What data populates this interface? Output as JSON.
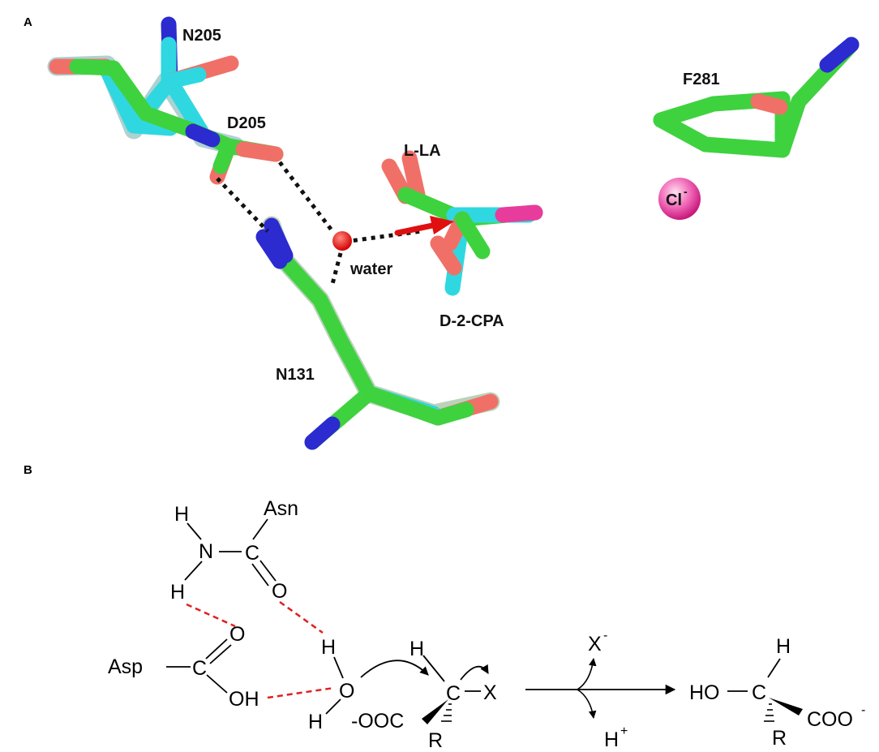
{
  "panel_a": {
    "letter": "A",
    "labels": {
      "n205": "N205",
      "d205": "D205",
      "l_la": "L-LA",
      "water": "water",
      "d_2_cpa": "D-2-CPA",
      "n131": "N131",
      "f281": "F281",
      "cl": "Cl",
      "cl_charge": "-"
    }
  },
  "panel_b": {
    "letter": "B",
    "asn": "Asn",
    "n": "N",
    "h_top": "H",
    "h_bottom": "H",
    "c_asn": "C",
    "o_asn": "O",
    "asp": "Asp",
    "c_asp": "C",
    "o_asp": "O",
    "oh_asp": "OH",
    "h_water_top": "H",
    "o_water": "O",
    "h_water_bottom": "H",
    "h_substrate": "H",
    "c_substrate": "C",
    "x_substrate": "X",
    "ooc": "-OOC",
    "r_substrate": "R",
    "x_ion": "X",
    "x_ion_charge": "-",
    "h_ion": "H",
    "h_ion_charge": "+",
    "ho_product": "HO",
    "c_product": "C",
    "h_product": "H",
    "coo_product": "COO",
    "coo_charge": "-",
    "r_product": "R"
  },
  "colors": {
    "carbon_green": "#3fd23f",
    "carbon_cyan": "#2fd8e0",
    "oxygen": "#f07068",
    "nitrogen": "#2b2bd0",
    "chlorine": "#e83c9c",
    "hbond_red": "#e02020",
    "arrow_red": "#e01010"
  }
}
